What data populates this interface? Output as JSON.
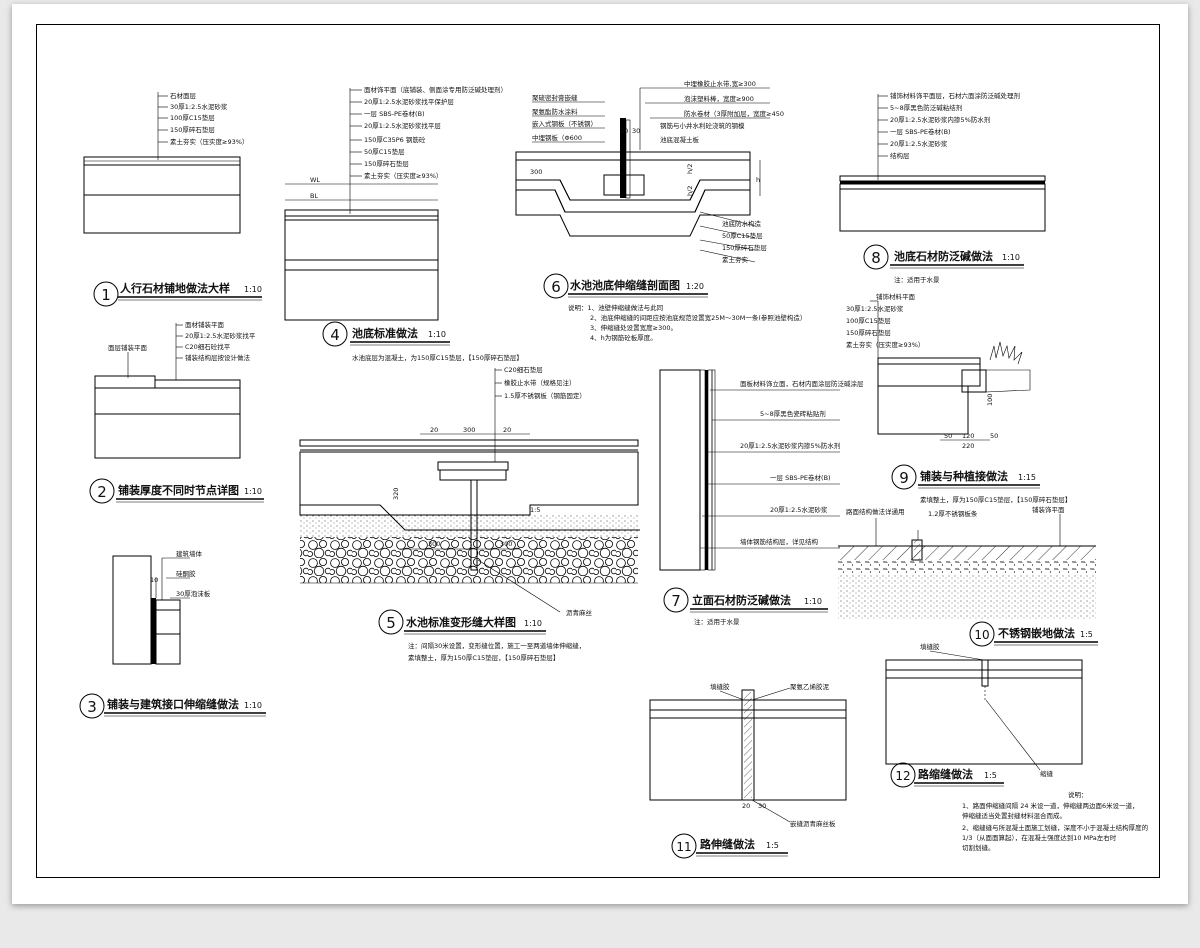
{
  "details": [
    {
      "num": "1",
      "title": "人行石材铺地做法大样",
      "scale": "1:10",
      "layers": [
        "石材面层",
        "30厚1:2.5水泥砂浆",
        "100厚C15垫层",
        "150厚碎石垫层",
        "素土夯实（压实度≥93%）"
      ]
    },
    {
      "num": "2",
      "title": "铺装厚度不同时节点详图",
      "scale": "1:10",
      "layers": [
        "面材铺装平面",
        "20厚1:2.5水泥砂浆找平",
        "C20细石砼找平",
        "铺装结构层按设计做法"
      ],
      "side_label": "面层铺装平面"
    },
    {
      "num": "3",
      "title": "铺装与建筑接口伸缩缝做法",
      "scale": "1:10",
      "layers": [
        "建筑墙体",
        "硅酮胶",
        "30厚泡沫板"
      ],
      "dims": [
        "10"
      ]
    },
    {
      "num": "4",
      "title": "池底标准做法",
      "scale": "1:10",
      "layers": [
        "面材饰平面（底铺装、侧面涂专用防泛碱处理剂）",
        "20厚1:2.5水泥砂浆找平保护层",
        "一层 SBS-PE卷材(B)",
        "20厚1:2.5水泥砂浆找平层",
        "150厚C35P6 钢筋砼",
        "50厚C15垫层",
        "150厚碎石垫层",
        "素土夯实（压实度≥93%）"
      ],
      "levels": [
        "WL",
        "BL"
      ],
      "note": "水池底层为混凝土，为150厚C15垫层，【150厚碎石垫层】"
    },
    {
      "num": "5",
      "title": "水池标准变形缝大样图",
      "scale": "1:10",
      "layers": [
        "C20细石垫层",
        "橡胶止水带（规格见注）",
        "1.5厚不锈钢板（钢筋固定）"
      ],
      "dims": [
        "20",
        "300",
        "20",
        "300",
        "300",
        "320",
        "1:5"
      ],
      "side_label": "沥青麻丝",
      "note_lines": [
        "注：间隔30米设置，变形缝位置，施工一至两道墙体伸缩缝，",
        "素填整土，厚为150厚C15垫层，【150厚碎石垫层】"
      ]
    },
    {
      "num": "6",
      "title": "水池池底伸缩缝剖面图",
      "scale": "1:20",
      "layers_left": [
        "聚硫密封膏嵌缝",
        "聚氨酯防水涂料",
        "嵌入式钢板（不锈钢）",
        "中埋钢板（Φ600"
      ],
      "layers_right": [
        "中埋橡胶止水带,宽≥300",
        "泡沫塑料棒，宽度≥900",
        "防水卷材（3厚附加层，宽度≥450",
        "钢筋与小井水利砼浇筑的钢模",
        "池底混凝土板",
        "池底防水构造",
        "50厚C15垫层",
        "150厚碎石垫层",
        "素土夯实"
      ],
      "dims": [
        "20",
        "30",
        "h/2",
        "h/2",
        "300"
      ],
      "note_lines": [
        "说明：1、池壁伸缩缝做法与此同",
        "2、池底伸缩缝的间距应按池底规范设置宽25M～30M一条(参照池壁构造）",
        "3、伸缩缝处设置宽度≥300。",
        "4、h为钢筋砼板厚度。"
      ]
    },
    {
      "num": "7",
      "title": "立面石材防泛碱做法",
      "scale": "1:10",
      "layers": [
        "面板材料饰立面，石材内面涂层防泛碱涂层",
        "5~8厚黑色瓷砖粘贴剂",
        "20厚1:2.5水泥砂浆内掺5%防水剂",
        "一层 SBS-PE卷材(B)",
        "20厚1:2.5水泥砂浆",
        "墙体钢筋结构层，详见结构"
      ],
      "note": "注：适用于水景"
    },
    {
      "num": "8",
      "title": "池底石材防泛碱做法",
      "scale": "1:10",
      "layers": [
        "铺饰材料饰平面层，石材六面涂防泛碱处理剂",
        "5~8厚黑色防泛碱粘结剂",
        "20厚1:2.5水泥砂浆内掺5%防水剂",
        "一层 SBS-PE卷材(B)",
        "20厚1:2.5水泥砂浆",
        "结构层"
      ],
      "note": "注：适用于水景"
    },
    {
      "num": "9",
      "title": "铺装与种植接做法",
      "scale": "1:15",
      "layers": [
        "铺饰材料平面",
        "30厚1:2.5水泥砂浆",
        "100厚C15垫层",
        "150厚碎石垫层",
        "素土夯实（压实度≥93%）"
      ],
      "dims": [
        "100",
        "50",
        "120",
        "50",
        "220"
      ]
    },
    {
      "num": "10",
      "title": "不锈钢嵌地做法",
      "scale": "1:5",
      "layers": [
        "路面结构做法详通用",
        "1.2厚不锈钢板条",
        "铺装饰平面"
      ],
      "note": "素填整土，厚为150厚C15垫层，【150厚碎石垫层】"
    },
    {
      "num": "11",
      "title": "路伸缝做法",
      "scale": "1:5",
      "layers": [
        "填缝胶",
        "聚氨乙烯胶泥",
        "嵌缝沥青麻丝板"
      ],
      "dims": [
        "20",
        "30"
      ]
    },
    {
      "num": "12",
      "title": "路缩缝做法",
      "scale": "1:5",
      "layers": [
        "填缝胶",
        "缩缝"
      ],
      "note_lines": [
        "说明：",
        "1、路面伸缩缝间隔 24 米设一道，伸缩缝两边面6米设一道，",
        "   伸缩缝适当处置封缝材料混合而成。",
        "2、缩缝缝与所混凝土面施工划缝，深度不小于混凝土结构厚度的",
        "   1/3（从面面算起），在混凝土强度达到10 MPa左右时",
        "   切割划缝。"
      ]
    }
  ]
}
